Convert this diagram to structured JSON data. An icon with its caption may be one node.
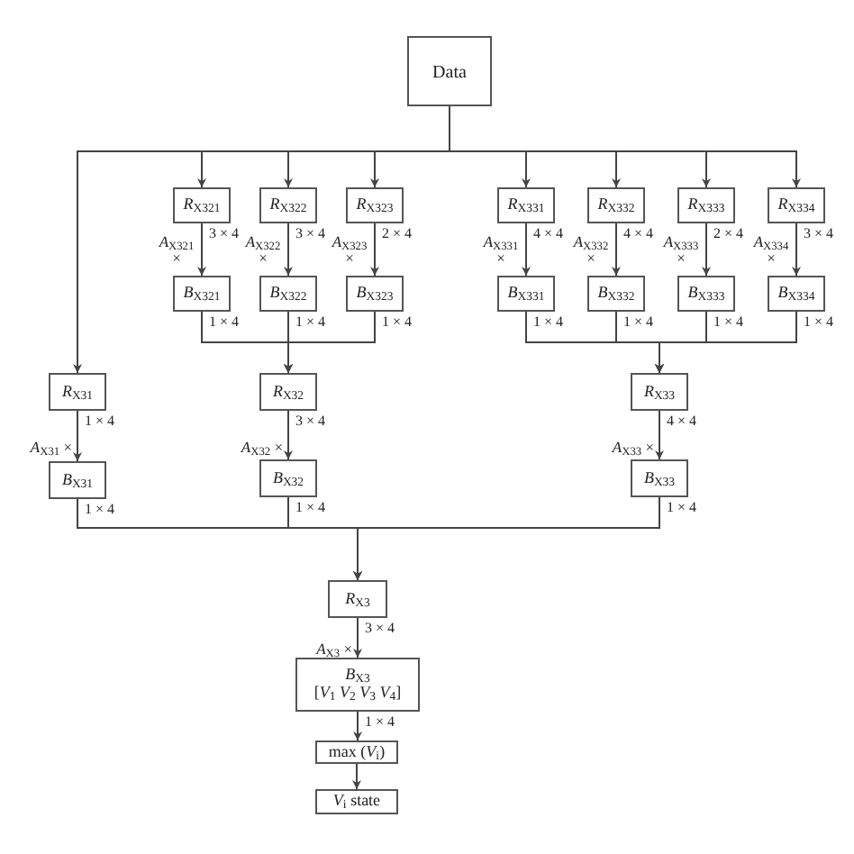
{
  "diagram": {
    "nodes": [
      {
        "text": [
          "Data"
        ]
      },
      {
        "text": [
          "*R*$_{X321}$"
        ],
        "beside": [
          "3 × 4"
        ]
      },
      {
        "text": [
          "*R*$_{X322}$"
        ],
        "beside": [
          "3 × 4"
        ]
      },
      {
        "text": [
          "*R*$_{X323}$"
        ],
        "beside": [
          "2 × 4"
        ]
      },
      {
        "text": [
          "*R*$_{X331}$"
        ],
        "beside": [
          "4 × 4"
        ]
      },
      {
        "text": [
          "*R*$_{X332}$"
        ],
        "beside": [
          "4 × 4"
        ]
      },
      {
        "text": [
          "*R*$_{X333}$"
        ],
        "beside": [
          "2 × 4"
        ]
      },
      {
        "text": [
          "*R*$_{X334}$"
        ],
        "beside": [
          "3 × 4"
        ]
      },
      {
        "text": [
          "*B*$_{X321}$"
        ],
        "beside": [
          "1 × 4"
        ]
      },
      {
        "text": [
          "*B*$_{X322}$"
        ],
        "beside": [
          "1 × 4"
        ]
      },
      {
        "text": [
          "*B*$_{X323}$"
        ],
        "beside": [
          "1 × 4"
        ]
      },
      {
        "text": [
          "*B*$_{X331}$"
        ],
        "beside": [
          "1 × 4"
        ]
      },
      {
        "text": [
          "*B*$_{X332}$"
        ],
        "beside": [
          "1 × 4"
        ]
      },
      {
        "text": [
          "*B*$_{X333}$"
        ],
        "beside": [
          "1 × 4"
        ]
      },
      {
        "text": [
          "*B*$_{X334}$"
        ],
        "beside": [
          "1 × 4"
        ]
      },
      {
        "text": [
          "*R*$_{X31}$"
        ],
        "beside": [
          "1 × 4"
        ]
      },
      {
        "text": [
          "*R*$_{X32}$"
        ],
        "beside": [
          "3 × 4"
        ]
      },
      {
        "text": [
          "*R*$_{X33}$"
        ],
        "beside": [
          "4 × 4"
        ]
      },
      {
        "text": [
          "*B*$_{X31}$"
        ],
        "beside": [
          "1 × 4"
        ]
      },
      {
        "text": [
          "*B*$_{X32}$"
        ],
        "beside": [
          "1 × 4"
        ]
      },
      {
        "text": [
          "*B*$_{X33}$"
        ],
        "beside": [
          "1 × 4"
        ]
      },
      {
        "text": [
          "*R*$_{X3}$"
        ],
        "beside": [
          "3 × 4"
        ]
      },
      {
        "text": [
          "*B*$_{X3}$",
          "[*V*$_{1}$ *V*$_{2}$ *V*$_{3}$ *V*$_{4}$]"
        ],
        "beside": [
          "1 × 4"
        ]
      },
      {
        "text": [
          "max (*V*$_{i}$)"
        ]
      },
      {
        "text": [
          "*V*$_{i}$ state"
        ]
      }
    ],
    "edges": [
      {
        "from": 0,
        "to": 15,
        "arrow": "to"
      },
      {
        "from": 0,
        "to": 1,
        "arrow": "to"
      },
      {
        "from": 0,
        "to": 2,
        "arrow": "to"
      },
      {
        "from": 0,
        "to": 3,
        "arrow": "to"
      },
      {
        "from": 0,
        "to": 4,
        "arrow": "to"
      },
      {
        "from": 0,
        "to": 5,
        "arrow": "to"
      },
      {
        "from": 0,
        "to": 6,
        "arrow": "to"
      },
      {
        "from": 0,
        "to": 7,
        "arrow": "to"
      },
      {
        "from": 1,
        "to": 8,
        "arrow": "to",
        "label": "*A*$_{X321}$ ×"
      },
      {
        "from": 2,
        "to": 9,
        "arrow": "to",
        "label": "*A*$_{X322}$ ×"
      },
      {
        "from": 3,
        "to": 10,
        "arrow": "to",
        "label": "*A*$_{X323}$ ×"
      },
      {
        "from": 4,
        "to": 11,
        "arrow": "to",
        "label": "*A*$_{X331}$ ×"
      },
      {
        "from": 5,
        "to": 12,
        "arrow": "to",
        "label": "*A*$_{X332}$ ×"
      },
      {
        "from": 6,
        "to": 13,
        "arrow": "to",
        "label": "*A*$_{X333}$ ×"
      },
      {
        "from": 7,
        "to": 14,
        "arrow": "to",
        "label": "*A*$_{X334}$ ×"
      },
      {
        "from": 8,
        "to": 16,
        "arrow": "to"
      },
      {
        "from": 9,
        "to": 16,
        "arrow": "to"
      },
      {
        "from": 10,
        "to": 16,
        "arrow": "to"
      },
      {
        "from": 11,
        "to": 17,
        "arrow": "to"
      },
      {
        "from": 12,
        "to": 17,
        "arrow": "to"
      },
      {
        "from": 13,
        "to": 17,
        "arrow": "to"
      },
      {
        "from": 14,
        "to": 17,
        "arrow": "to"
      },
      {
        "from": 15,
        "to": 18,
        "arrow": "to",
        "label": "*A*$_{X31}$ ×"
      },
      {
        "from": 16,
        "to": 19,
        "arrow": "to",
        "label": "*A*$_{X32}$ ×"
      },
      {
        "from": 17,
        "to": 20,
        "arrow": "to",
        "label": "*A*$_{X33}$ ×"
      },
      {
        "from": 18,
        "to": 21,
        "arrow": "to"
      },
      {
        "from": 19,
        "to": 21,
        "arrow": "to"
      },
      {
        "from": 20,
        "to": 21,
        "arrow": "to"
      },
      {
        "from": 21,
        "to": 22,
        "arrow": "to",
        "label": "*A*$_{X3}$ ×"
      },
      {
        "from": 22,
        "to": 23,
        "arrow": "to"
      },
      {
        "from": 23,
        "to": 24,
        "arrow": "to"
      }
    ]
  }
}
